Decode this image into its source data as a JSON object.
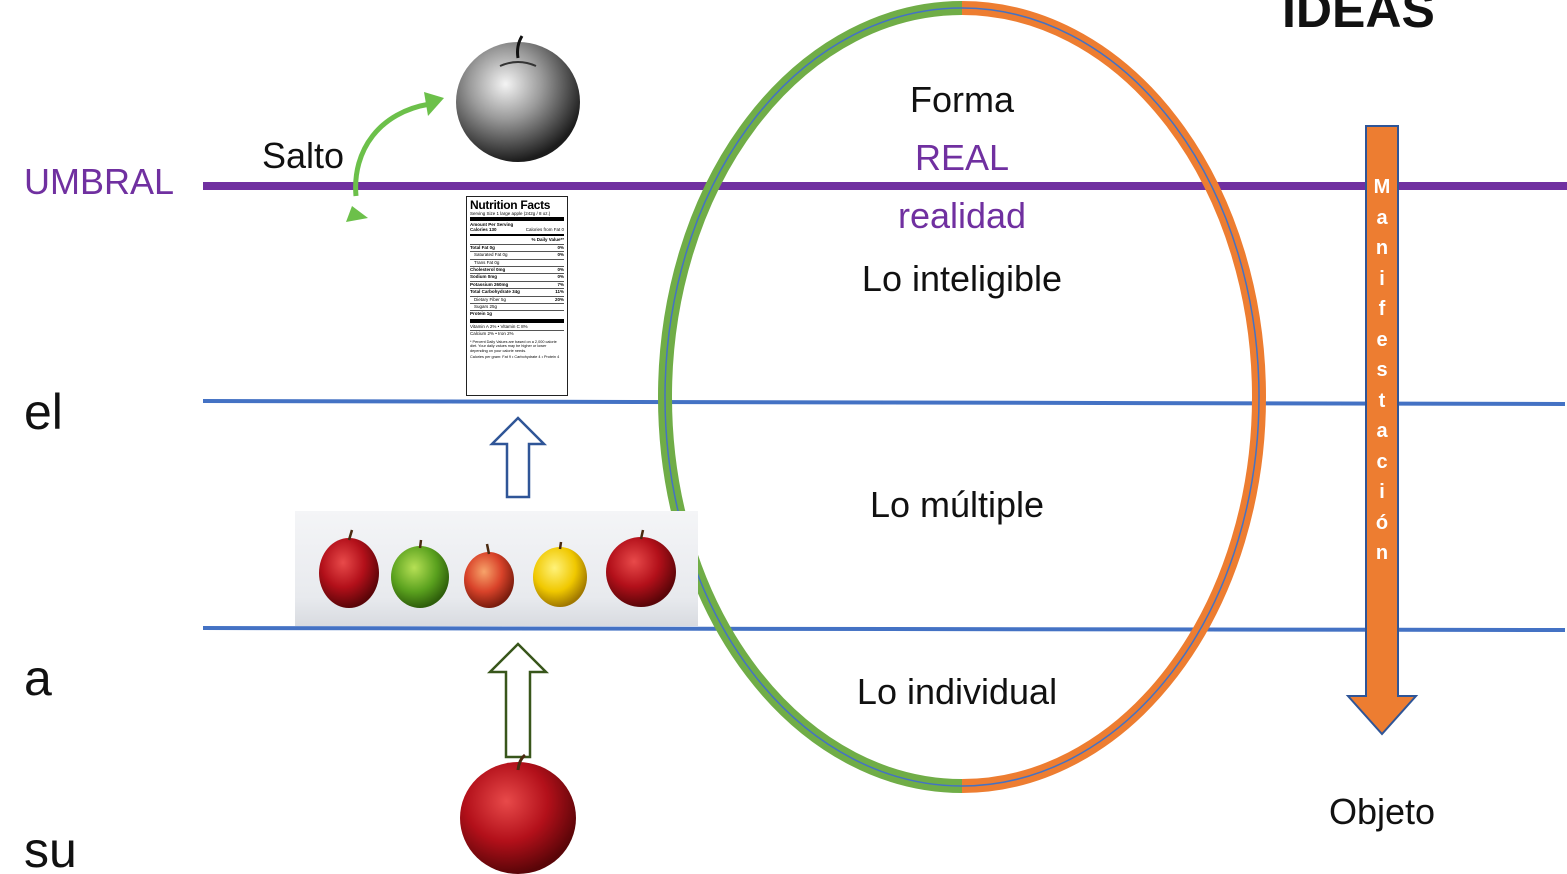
{
  "title": "IDEAS",
  "left_labels": {
    "umbral": "UMBRAL",
    "el": "el",
    "a": "a",
    "su": "su"
  },
  "jump_label": "Salto",
  "ellipse_labels": {
    "forma": "Forma",
    "real": "REAL",
    "realidad": "realidad",
    "inteligible": "Lo inteligible",
    "multiple": "Lo múltiple",
    "individual": "Lo individual"
  },
  "manifestation_letters": [
    "M",
    "a",
    "n",
    "i",
    "f",
    "e",
    "s",
    "t",
    "a",
    "c",
    "i",
    "ó",
    "n"
  ],
  "object_label": "Objeto",
  "nutrition": {
    "title": "Nutrition Facts",
    "serving": "Serving Size 1 large apple (242g / 8 oz.)",
    "amount": "Amount Per Serving",
    "calories": "Calories 130",
    "calories_fat": "Calories from Fat 0",
    "dv_header": "% Daily Value**",
    "rows": [
      {
        "label": "Total Fat 0g",
        "value": "0%"
      },
      {
        "label": "Saturated Fat 0g",
        "value": "0%"
      },
      {
        "label": "Trans Fat 0g",
        "value": ""
      },
      {
        "label": "Cholesterol 0mg",
        "value": "0%"
      },
      {
        "label": "Sodium 0mg",
        "value": "0%"
      },
      {
        "label": "Potassium 260mg",
        "value": "7%"
      },
      {
        "label": "Total Carbohydrate 34g",
        "value": "11%"
      },
      {
        "label": "Dietary Fiber 5g",
        "value": "20%"
      },
      {
        "label": "Sugars 25g",
        "value": ""
      },
      {
        "label": "Protein 1g",
        "value": ""
      }
    ],
    "vitamins_1": "Vitamin A 2%  •  Vitamin C 8%",
    "vitamins_2": "Calcium 2%  •  Iron 2%",
    "footnote": "* Percent Daily Values are based on a 2,000 calorie diet. Your daily values may be higher or lower depending on your calorie needs.",
    "calories_per_gram": "Calories per gram: Fat 9 • Carbohydrate 4 • Protein 4"
  },
  "colors": {
    "purple": "#7030a0",
    "blue": "#4472c4",
    "green": "#70ad47",
    "orange": "#ed7d31",
    "jump_arrow": "#6cc04a",
    "arrow_outline_blue": "#2f5597",
    "arrow_outline_green": "#38561b"
  }
}
